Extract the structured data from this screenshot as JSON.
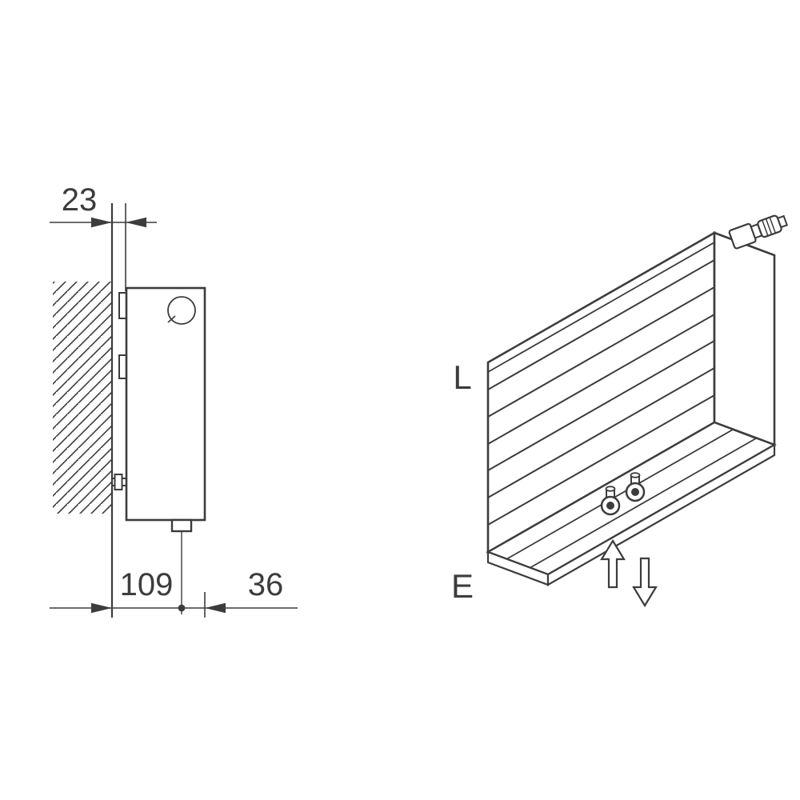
{
  "page": {
    "background": "#ffffff"
  },
  "diagram": {
    "kind": "technical line drawing",
    "subject": "wall-mounted radiator: side section with mounting dimensions and perspective bottom view with connections",
    "line_color": "#3c3c3c",
    "side_view": {
      "dim_wall_to_radiator": "23",
      "dim_wall_to_connection_center": "109",
      "dim_center_to_front": "36"
    },
    "perspective_view": {
      "label_top_left": "L",
      "label_bottom_left": "E",
      "icons": [
        "flow-arrow-up",
        "flow-arrow-down",
        "valve-knob",
        "pipe-connections",
        "vent-plug"
      ]
    }
  }
}
